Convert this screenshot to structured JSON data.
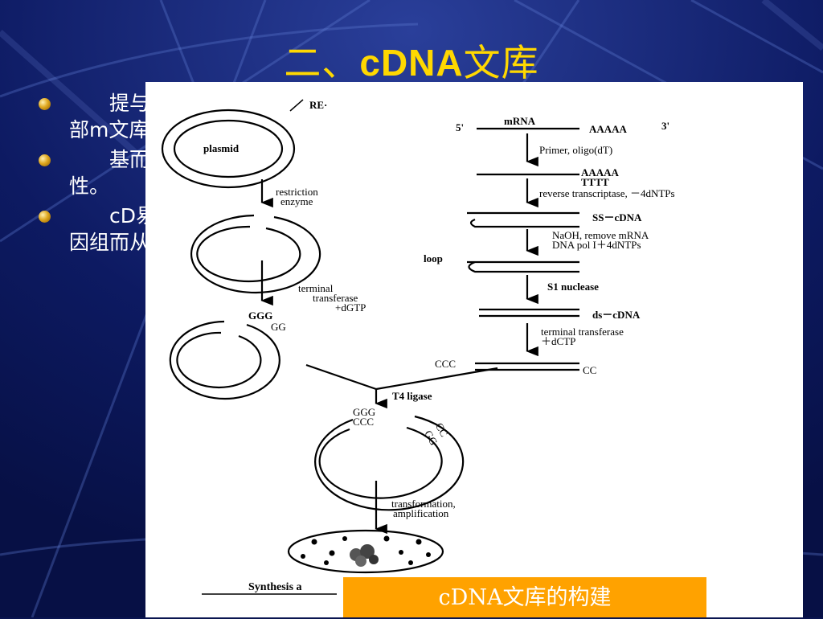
{
  "title": {
    "prefix": "二、",
    "bold": "cDNA",
    "suffix": "文库"
  },
  "bullets": [
    {
      "text": "　　提与适当每个细全部m文库."
    },
    {
      "text": "　　基而且处种类和性。"
    },
    {
      "text": "　　cD易从中从基因基因组而从cDcDNA。"
    }
  ],
  "figure": {
    "left_labels": {
      "re": "RE·",
      "plasmid": "plasmid",
      "restriction": "restriction",
      "enzyme": "enzyme",
      "terminal": "terminal",
      "transferase": "transferase",
      "dgtp": "+dGTP",
      "ggg": "GGG",
      "gg": "GG",
      "t4": "T4 ligase",
      "ggg2": "GGG",
      "ccc2": "CCC",
      "cc_side": "CC",
      "gg_side": "GG",
      "transformation": "transformation,",
      "amplification": "amplification",
      "synthesis": "Synthesis a"
    },
    "right_labels": {
      "five": "5'",
      "mrna": "mRNA",
      "aaaaa": "AAAAA",
      "three": "3'",
      "primer": "Primer, oligo(dT)",
      "aaaaa2": "AAAAA",
      "tttt": "TTTT",
      "rt": "reverse transcriptase, －4dNTPs",
      "sscdna": "SS－cDNA",
      "naoh": "NaOH, remove mRNA",
      "dnapol": "DNA pol I＋4dNTPs",
      "loop": "loop",
      "s1": "S1 nuclease",
      "dscdna": "ds－cDNA",
      "tt": "terminal transferase",
      "dctp": "＋dCTP",
      "ccc": "CCC",
      "cc": "CC"
    }
  },
  "caption": "cDNA文库的构建"
}
